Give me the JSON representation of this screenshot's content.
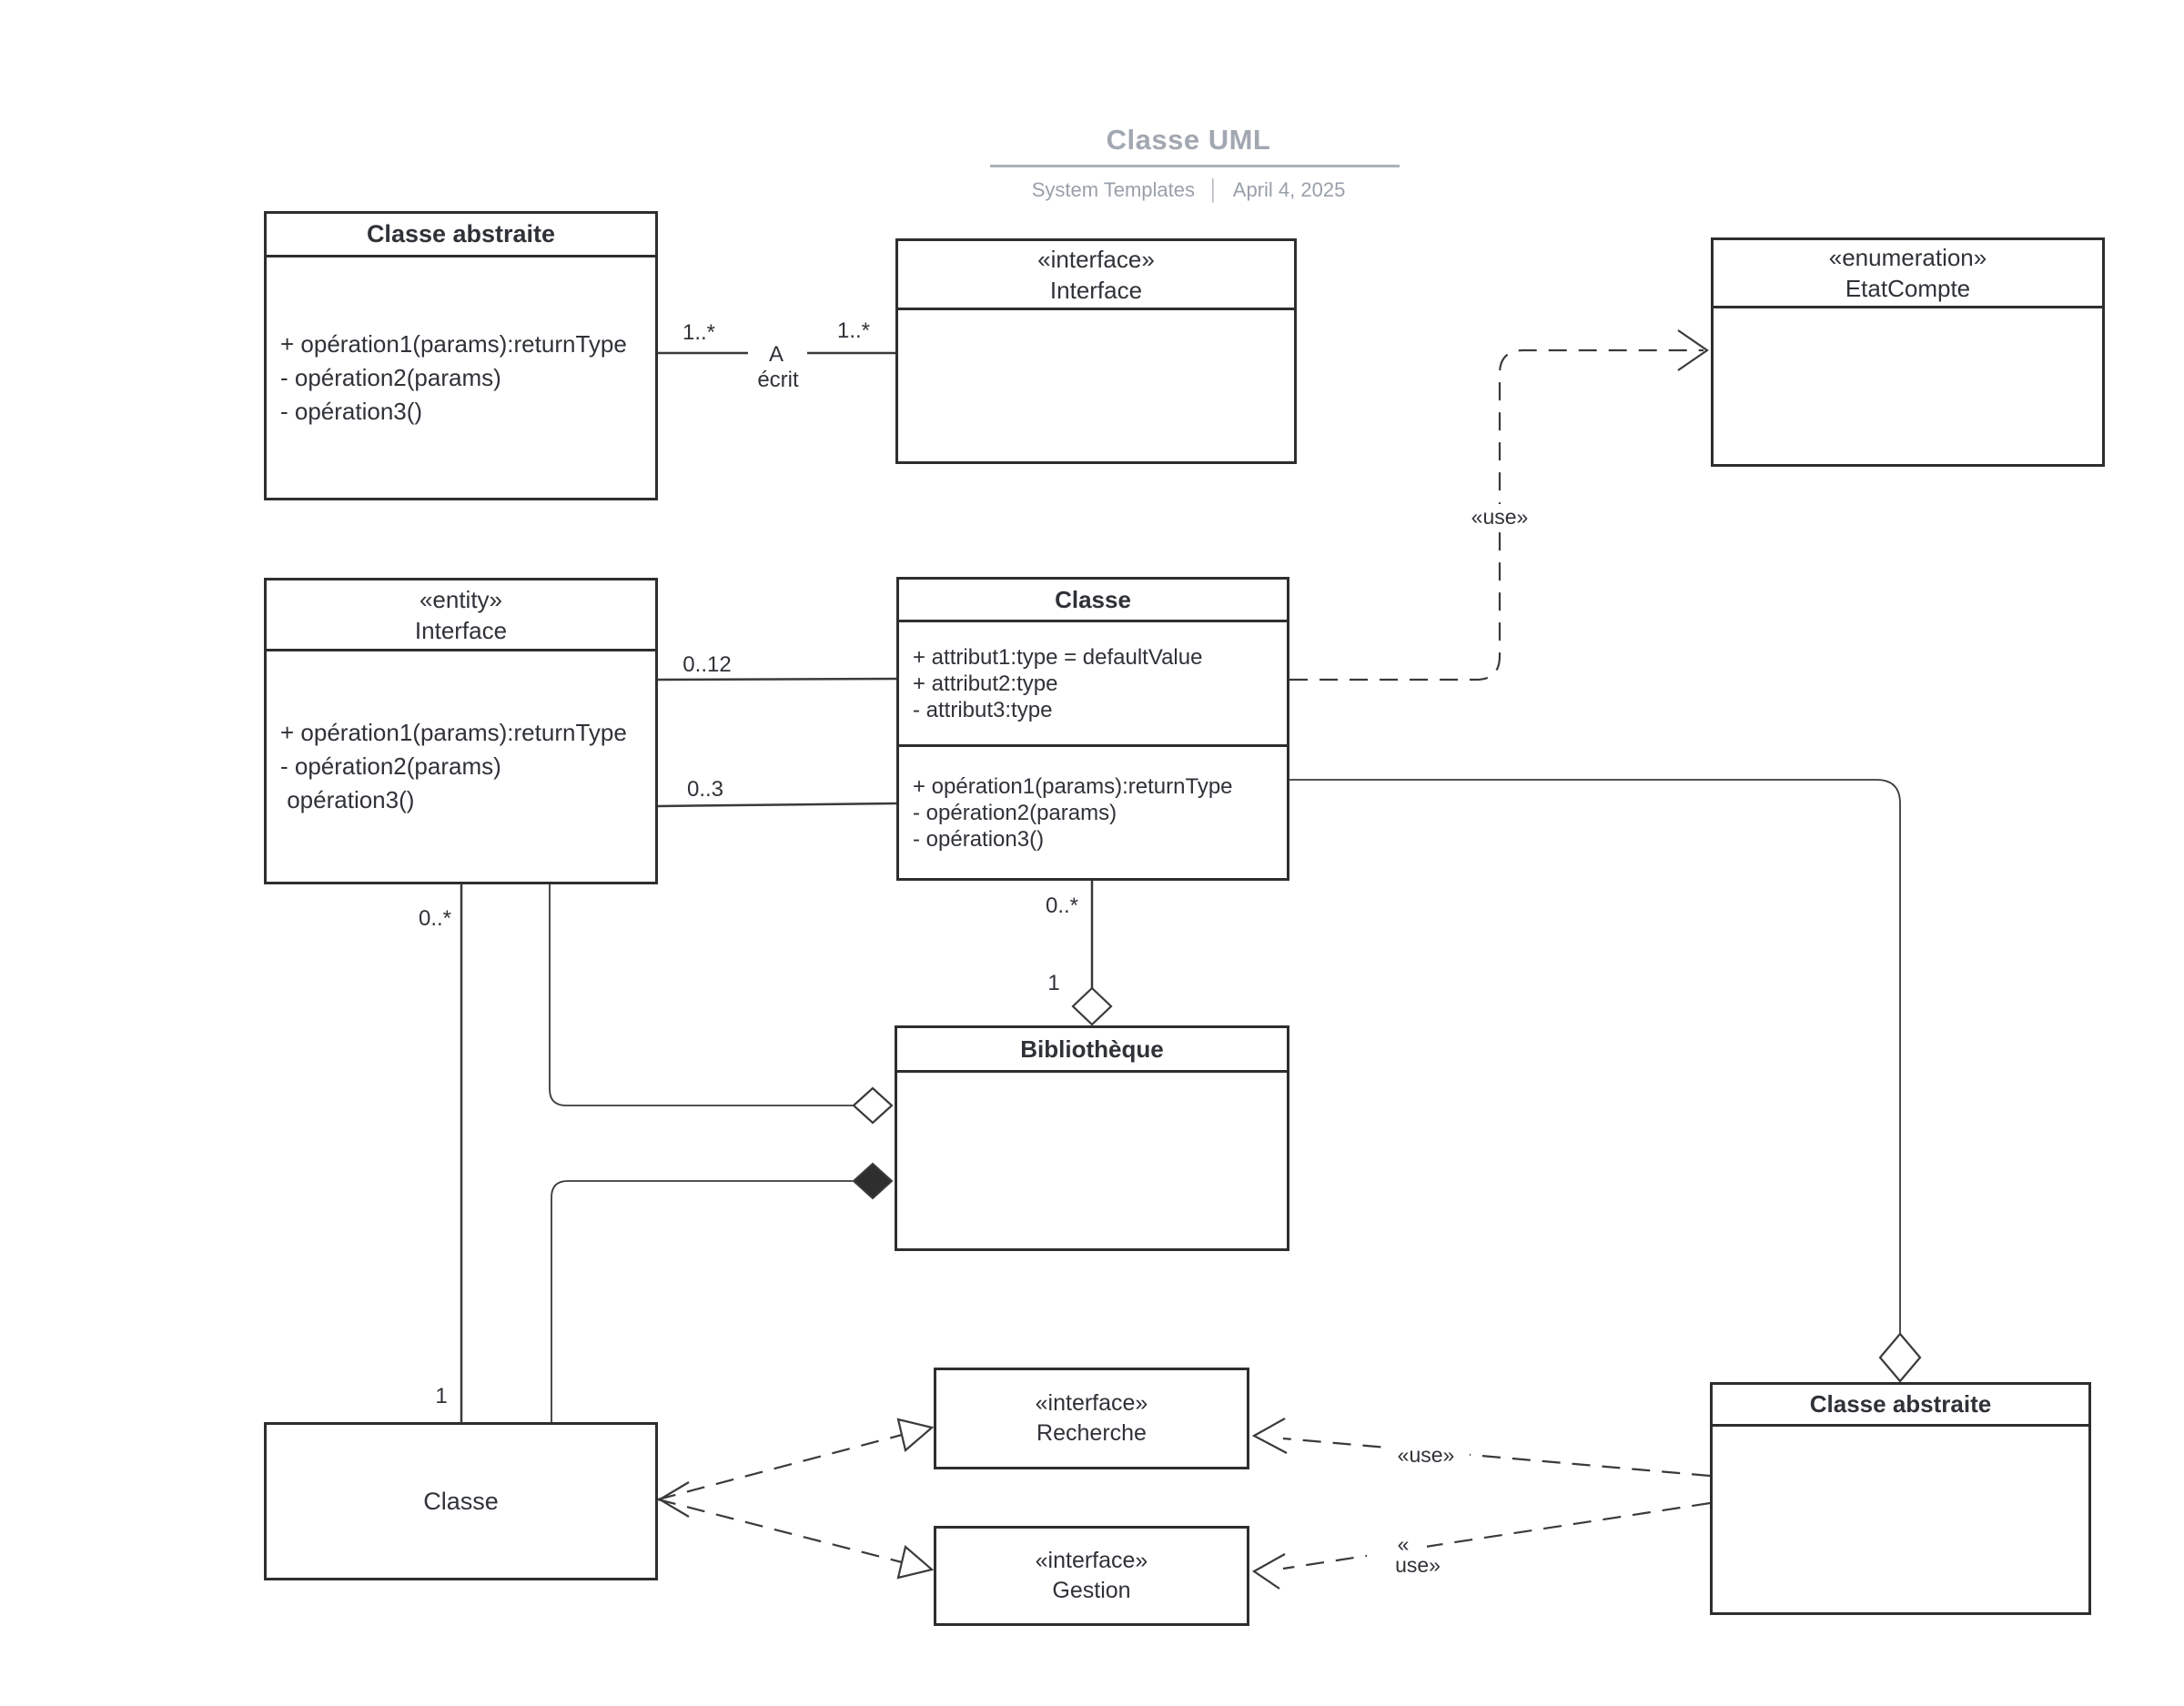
{
  "header": {
    "title": "Classe UML",
    "source": "System Templates",
    "separator": "│",
    "date": "April 4, 2025"
  },
  "boxes": {
    "abstract_top": {
      "title": "Classe abstraite",
      "operations": [
        "+ opération1(params):returnType",
        "- opération2(params)",
        "- opération3()"
      ]
    },
    "interface_top": {
      "stereotype": "«interface»",
      "title": "Interface"
    },
    "enumeration": {
      "stereotype": "«enumeration»",
      "title": "EtatCompte"
    },
    "entity": {
      "stereotype": "«entity»",
      "title": "Interface",
      "operations": [
        "+ opération1(params):returnType",
        "- opération2(params)",
        " opération3()"
      ]
    },
    "classe_mid": {
      "title": "Classe",
      "attributes": [
        "+ attribut1:type = defaultValue",
        "+ attribut2:type",
        "- attribut3:type"
      ],
      "operations": [
        "+ opération1(params):returnType",
        "- opération2(params)",
        "- opération3()"
      ]
    },
    "bibliotheque": {
      "title": "Bibliothèque"
    },
    "classe_bottom": {
      "title": "Classe"
    },
    "recherche": {
      "stereotype": "«interface»",
      "title": "Recherche"
    },
    "gestion": {
      "stereotype": "«interface»",
      "title": "Gestion"
    },
    "abstract_bottom": {
      "title": "Classe abstraite"
    }
  },
  "labels": {
    "ecrit_mult_left": "1..*",
    "ecrit_mult_right": "1..*",
    "ecrit_name_line1": "A",
    "ecrit_name_line2": "écrit",
    "mult_0_12": "0..12",
    "mult_0_3": "0..3",
    "assoc_left_top": "0..*",
    "assoc_left_bottom": "1",
    "agg_mid_top": "0..*",
    "agg_mid_bottom": "1",
    "use_top": "«use»",
    "use_mid": "«use»",
    "use_bottom_line1": "«",
    "use_bottom_line2": "use»"
  },
  "colors": {
    "accent_gray": "#a2a8b2",
    "border": "#2e2e2e",
    "line": "#3a3a3a"
  }
}
